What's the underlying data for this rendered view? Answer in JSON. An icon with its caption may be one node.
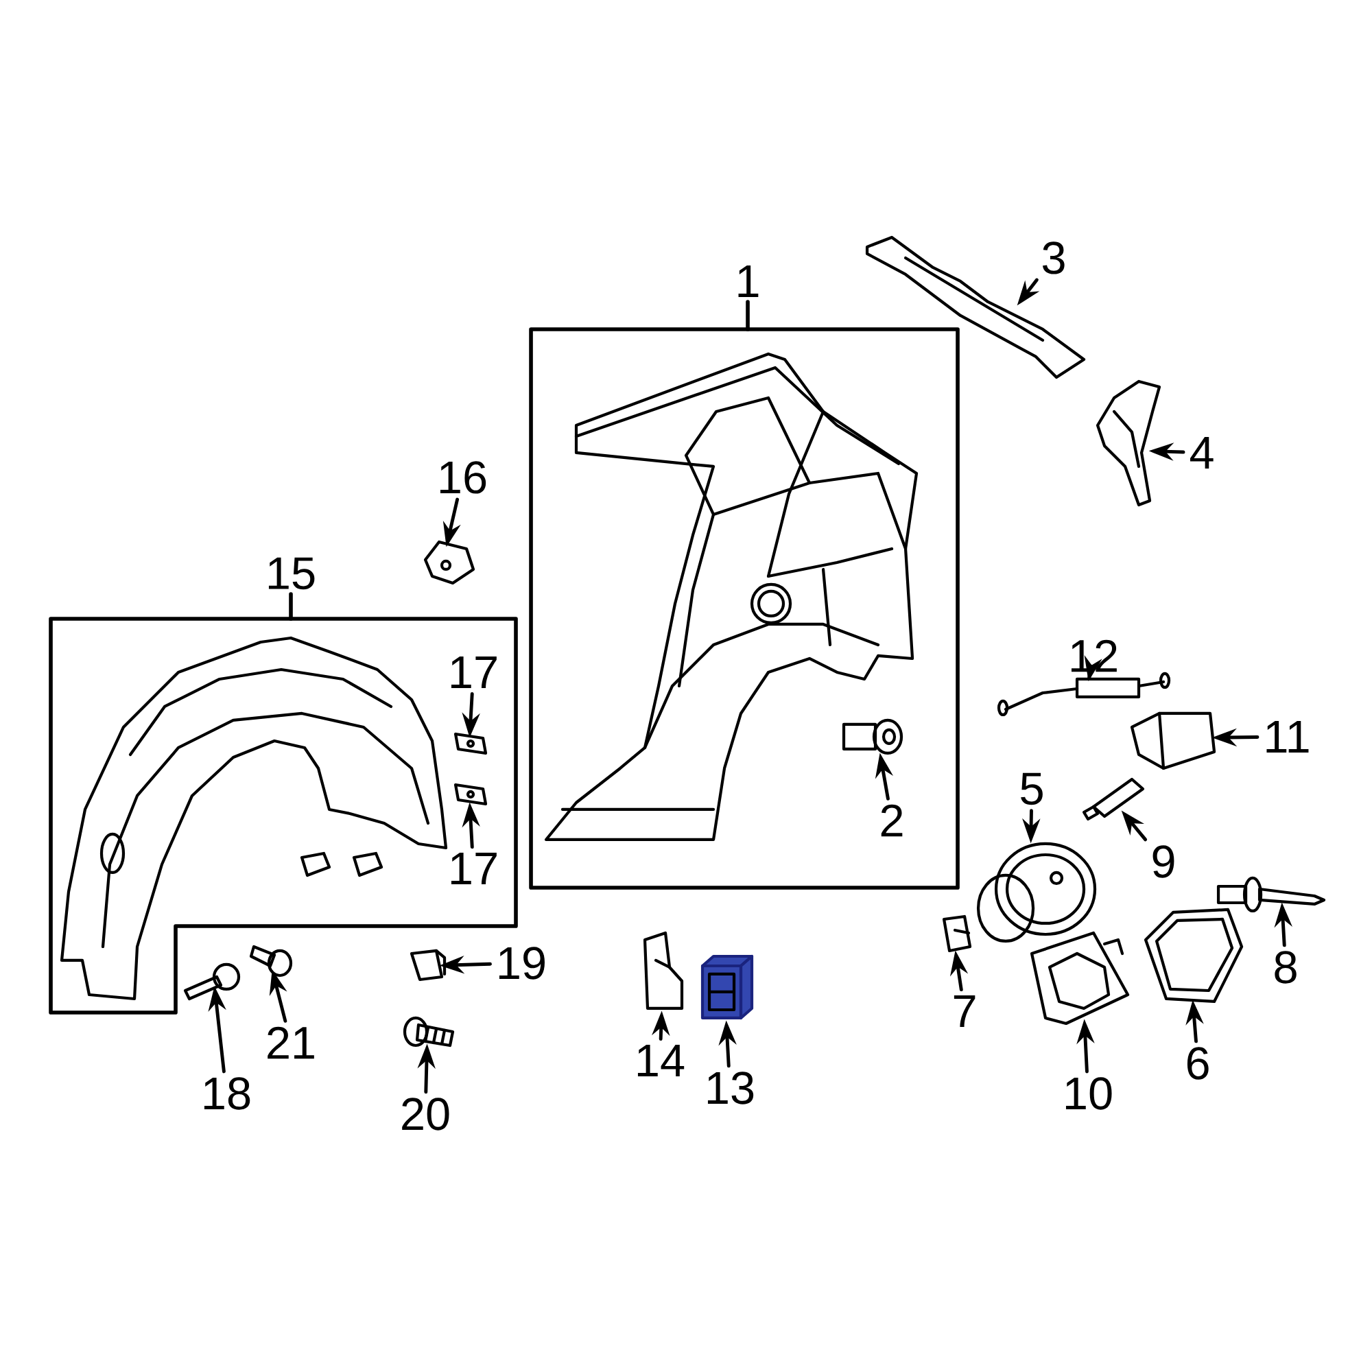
{
  "diagram": {
    "nodes": [
      {
        "text": [
          "1"
        ]
      },
      {
        "text": [],
        "shape": "picture",
        "in": 0
      },
      {
        "text": [
          "2"
        ],
        "in": 0
      },
      {
        "text": [],
        "shape": "picture",
        "in": 0
      },
      {
        "text": [
          "3"
        ]
      },
      {
        "text": [],
        "shape": "picture"
      },
      {
        "text": [
          "4"
        ]
      },
      {
        "text": [],
        "shape": "picture"
      },
      {
        "text": [
          "5"
        ]
      },
      {
        "text": [],
        "shape": "picture"
      },
      {
        "text": [
          "6"
        ]
      },
      {
        "text": [],
        "shape": "picture"
      },
      {
        "text": [
          "7"
        ]
      },
      {
        "text": [],
        "shape": "picture"
      },
      {
        "text": [
          "8"
        ]
      },
      {
        "text": [],
        "shape": "picture"
      },
      {
        "text": [
          "9"
        ]
      },
      {
        "text": [],
        "shape": "picture"
      },
      {
        "text": [
          "10"
        ]
      },
      {
        "text": [],
        "shape": "picture"
      },
      {
        "text": [
          "11"
        ]
      },
      {
        "text": [],
        "shape": "picture"
      },
      {
        "text": [
          "12"
        ]
      },
      {
        "text": [],
        "shape": "picture"
      },
      {
        "text": [
          "13"
        ]
      },
      {
        "text": [],
        "shape": "picture"
      },
      {
        "text": [
          "14"
        ]
      },
      {
        "text": [],
        "shape": "picture"
      },
      {
        "text": [
          "15"
        ]
      },
      {
        "text": [],
        "shape": "picture",
        "in": 28
      },
      {
        "text": [
          "17"
        ],
        "in": 28
      },
      {
        "text": [],
        "shape": "picture",
        "in": 28
      },
      {
        "text": [],
        "shape": "picture",
        "in": 28
      },
      {
        "text": [
          "17"
        ],
        "in": 28
      },
      {
        "text": [
          "16"
        ]
      },
      {
        "text": [],
        "shape": "picture"
      },
      {
        "text": [
          "18"
        ]
      },
      {
        "text": [],
        "shape": "picture"
      },
      {
        "text": [
          "19"
        ]
      },
      {
        "text": [],
        "shape": "picture"
      },
      {
        "text": [
          "20"
        ]
      },
      {
        "text": [],
        "shape": "picture"
      },
      {
        "text": [
          "21"
        ]
      },
      {
        "text": [],
        "shape": "picture"
      }
    ],
    "edges": [
      {
        "from": 2,
        "to": 3,
        "arrow": "to"
      },
      {
        "from": 4,
        "to": 5,
        "arrow": "to"
      },
      {
        "from": 6,
        "to": 7,
        "arrow": "to"
      },
      {
        "from": 8,
        "to": 9,
        "arrow": "to"
      },
      {
        "from": 10,
        "to": 11,
        "arrow": "to"
      },
      {
        "from": 12,
        "to": 13,
        "arrow": "to"
      },
      {
        "from": 14,
        "to": 15,
        "arrow": "to"
      },
      {
        "from": 16,
        "to": 17,
        "arrow": "to"
      },
      {
        "from": 18,
        "to": 19,
        "arrow": "to"
      },
      {
        "from": 20,
        "to": 21,
        "arrow": "to"
      },
      {
        "from": 22,
        "to": 23,
        "arrow": "to"
      },
      {
        "from": 24,
        "to": 25,
        "arrow": "to"
      },
      {
        "from": 26,
        "to": 27,
        "arrow": "to"
      },
      {
        "from": 30,
        "to": 31,
        "arrow": "to"
      },
      {
        "from": 33,
        "to": 32,
        "arrow": "to"
      },
      {
        "from": 34,
        "to": 35,
        "arrow": "to"
      },
      {
        "from": 36,
        "to": 37,
        "arrow": "to"
      },
      {
        "from": 38,
        "to": 39,
        "arrow": "to"
      },
      {
        "from": 40,
        "to": 41,
        "arrow": "to"
      },
      {
        "from": 42,
        "to": 43,
        "arrow": "to"
      }
    ]
  }
}
